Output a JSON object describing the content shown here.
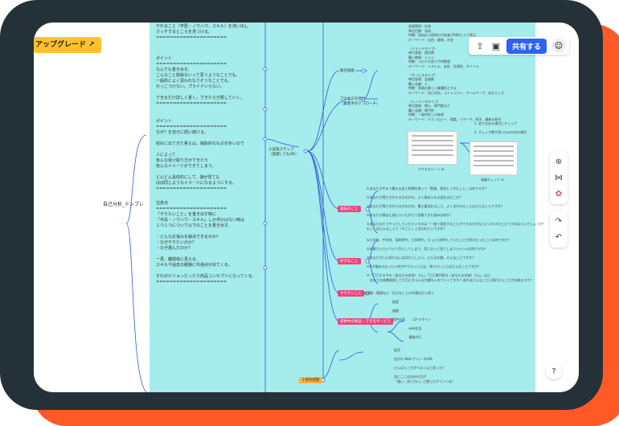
{
  "toolbar": {
    "upgrade_label": "アップグレード ↗",
    "share_label": "共有する"
  },
  "mindmap": {
    "root_label": "自己分析_テンプレ",
    "left_notes": [
      "やれること（学歴・ノウハウ、スキル）を洗い出し\nマッチするところを見つける。\n=====================",
      "ポイント\n=====================\nなんでも書き出す。\nこんなこと関係ないって思うようなことでも、\n一般的によく思われなさそうなことでも、\nかっこつけない。プライドいらない。\n\nできるだけ詳しく書く。できたら分類していく。\n=====================",
      "ポイント\n=====================\nなぜ？を自分に問い続ける。\n\n初めに出てきた答えは、抽象的なものが多いので\n\n人によって\n色んな受け取り方ができたり\n色んなイメージができてしまう。\n\nどんどん具体的にして、誰が見ても\nほぼ同じようなイメージになるようにする。\n=====================",
      "注意点\n=====================\n「やりたいこと」を書き出す時に\n「手段・ノウハウ・スキル」しか浮かばない時は\n１つ１つについて以下のことを書き出す。\n\n・どんなお悩みを解決できるのか？\n・なぜやりたいのか？\n・なぜ選んだのか？\n\n一見、離関係に見える、\nスキルや過去の経験に共通点が出てくる。\n\nそれがビジョンだったり商品コンセプトになってくる。\n====================="
    ],
    "branch_labels": {
      "steps": "２実践ステップ\n（基礎してもOK）",
      "koukou": "競合調査",
      "approach": "アクセスの流れ\n（集客手のアプローチ）",
      "past": "過去のこと",
      "likes": "好きなこと",
      "want": "やりたいこと",
      "service": "提供中の商品・できるサービス",
      "current": "３現状把握"
    },
    "small_texts": {
      "personas": "会員登録：社長\n単位目標：深刻\n特徴：追加ばぶ認知の付加者がSNSとテク表示\nキーワード：自由、趣味、お金\n\n（リマイドタイプ）\n単位登録：個別費\n購入数値：ミシン\n特徴：コロナの家で子供数値\nキーワード：システム、安定、計画性、タイトル\n\n（サービスタイプ）\n単位登録：会員数\n購入金額：人\n特徴：急務お要しい業種別とする\nキーワード：自己対応、コミュニティ、チームワーク、自分らしさ\n\n（イノベータタイプ）\n単位登録：博士、専門販など\n購入金額：専門性\n特徴：一般的性しの結果\nキーワード：テクノロジー、理論、リサーチ、科学、最新の研究",
      "check1": "1. 会ではある項目にチェック",
      "check2": "2. チェック数が多いものの次の項目",
      "thumb1_caption": "アクセスシート ⊞",
      "thumb2_caption": "流儀チェック ⊞",
      "past_items": "①あなたがやまで最もお金と時間を使って「勉強、研究してきたこと」は何ですか？\n\n②あなたが周り力からなかのかの、よく褒められる部分はどこか？\n\n③あなたが周り力からなかのかの、最も喜ばれること、よく言われることはどんなことですか？\n\n④あなたが過去に悩んでいたがもう克服できた悩みは何か？\n\n⑤あなたのそうやってしていたビジネスは「一度で見失することができるだけならビジネスだとどうすればいいでしょうか？\nもしくはどんなことで「すごい」と言われたいですか？",
      "likes_items": "①小学校、中学校、高校時代、大学時代、もっとも熱中していたことや好きだったことは何ですか？\n\n②本屋さんでいついつ手にしてしまう、気になって見てしまうジャンルは何ですか？\n\n③あなたが人に知りないぱばむとしたら、どんなの飲、どんなことですか？\n\n④今1億あるなったら何がやりたいことは、知りたいことはどんなことですか？\n\n⑤「〇〇するやの（あなたの名前）さん」「〇〇専門家の（あなたの名前）さん」など、\n　あなたを肩書表現して〇〇にぴえんな言葉を入れていくですか？あればどんなことに表れたらことが出来ますか？",
      "want_item": "価値観・理想など・好きなことの共通点から導く",
      "service_items": "経歴\n\n価格\n\n提供内容        LP デザイン\n\n                web広告\n\n                事務代行",
      "current_items": "販売\n\n自分の Web サイト のURL\n\nどんなところがうまくなと思った？\n\n次にここは自分の力が\n「強い、良い力い」と感じたポイントは？"
    }
  }
}
